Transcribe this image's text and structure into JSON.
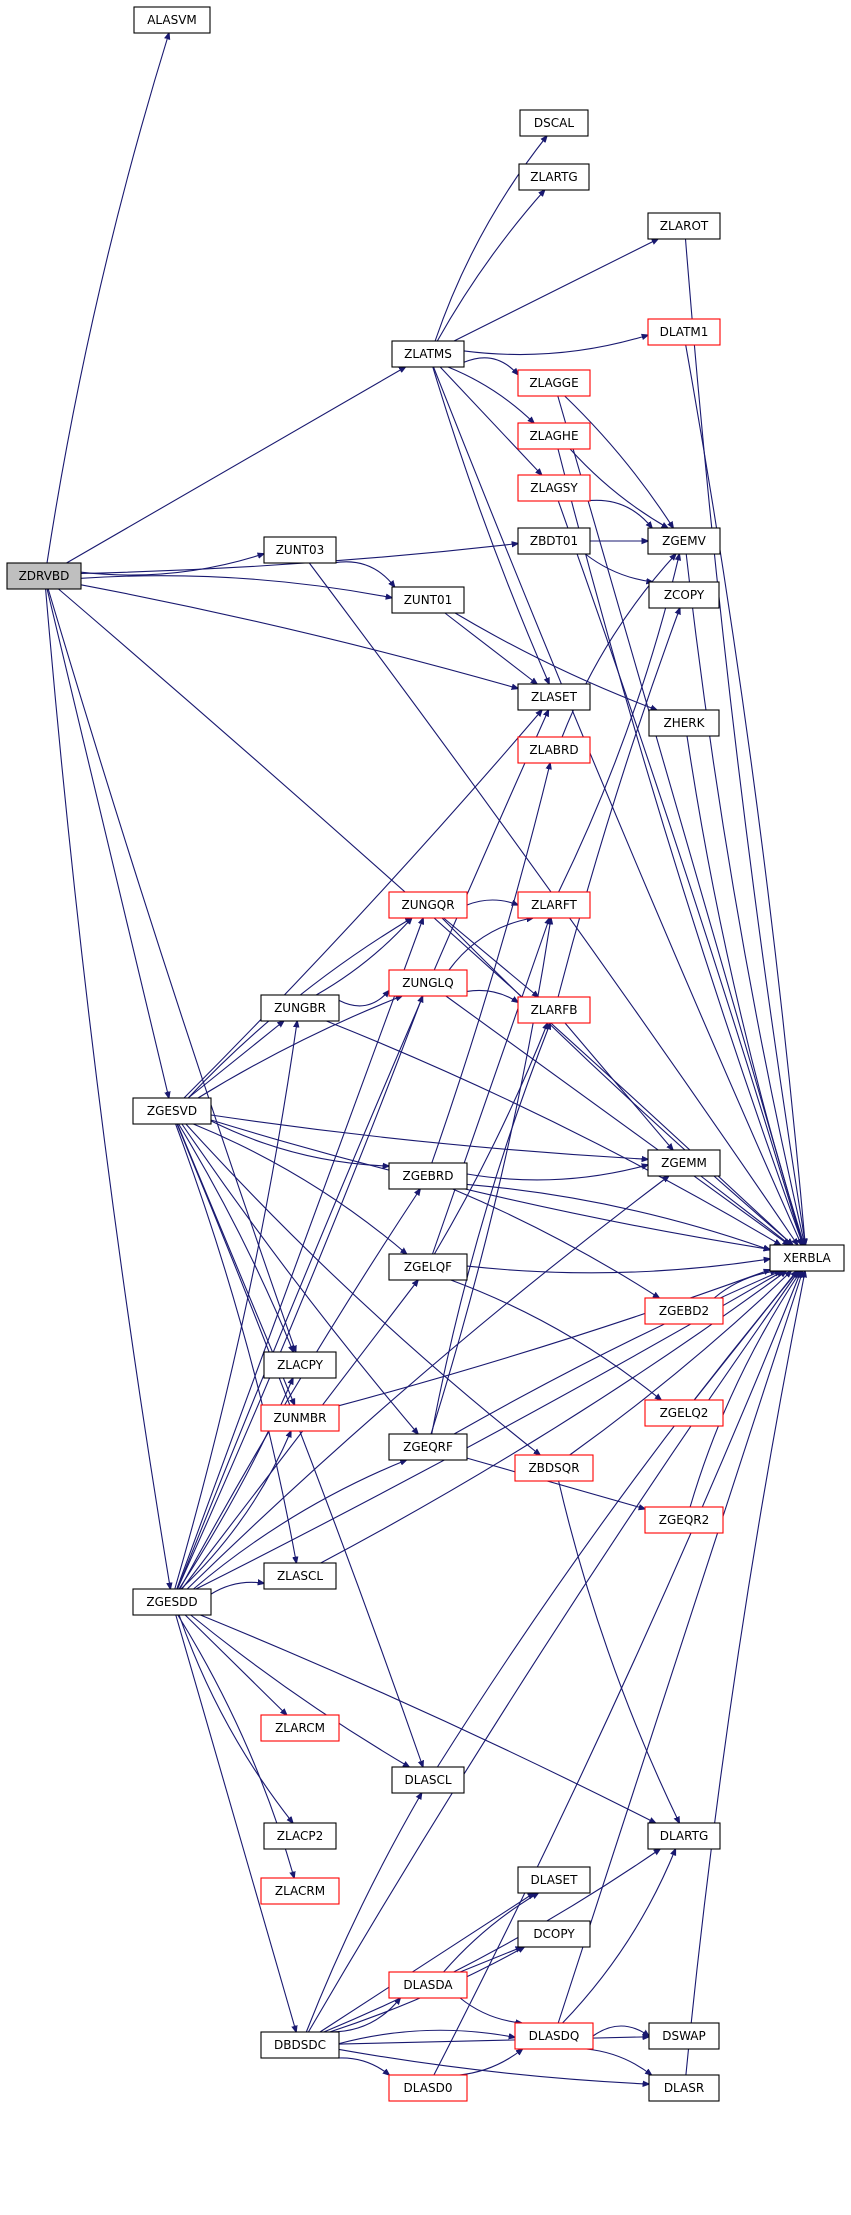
{
  "graph": {
    "root": "ZDRVBD",
    "colors": {
      "edge": "#191970",
      "normal_border": "#000000",
      "missing_border": "#ff0000",
      "root_fill": "#bfbfbf"
    },
    "nodes": [
      {
        "id": "ZDRVBD",
        "label": "ZDRVBD",
        "style": "root"
      },
      {
        "id": "ALASVM",
        "label": "ALASVM",
        "style": "normal"
      },
      {
        "id": "DSCAL",
        "label": "DSCAL",
        "style": "normal"
      },
      {
        "id": "ZLARTG",
        "label": "ZLARTG",
        "style": "normal"
      },
      {
        "id": "ZLAROT",
        "label": "ZLAROT",
        "style": "normal"
      },
      {
        "id": "ZLATMS",
        "label": "ZLATMS",
        "style": "normal"
      },
      {
        "id": "DLATM1",
        "label": "DLATM1",
        "style": "red"
      },
      {
        "id": "ZLAGGE",
        "label": "ZLAGGE",
        "style": "red"
      },
      {
        "id": "ZLAGHE",
        "label": "ZLAGHE",
        "style": "red"
      },
      {
        "id": "ZLAGSY",
        "label": "ZLAGSY",
        "style": "red"
      },
      {
        "id": "ZBDT01",
        "label": "ZBDT01",
        "style": "normal"
      },
      {
        "id": "ZGEMV",
        "label": "ZGEMV",
        "style": "normal"
      },
      {
        "id": "ZUNT03",
        "label": "ZUNT03",
        "style": "normal"
      },
      {
        "id": "ZCOPY",
        "label": "ZCOPY",
        "style": "normal"
      },
      {
        "id": "ZUNT01",
        "label": "ZUNT01",
        "style": "normal"
      },
      {
        "id": "ZLASET",
        "label": "ZLASET",
        "style": "normal"
      },
      {
        "id": "ZHERK",
        "label": "ZHERK",
        "style": "normal"
      },
      {
        "id": "ZLABRD",
        "label": "ZLABRD",
        "style": "red"
      },
      {
        "id": "ZUNGQR",
        "label": "ZUNGQR",
        "style": "red"
      },
      {
        "id": "ZLARFT",
        "label": "ZLARFT",
        "style": "red"
      },
      {
        "id": "ZUNGLQ",
        "label": "ZUNGLQ",
        "style": "red"
      },
      {
        "id": "ZUNGBR",
        "label": "ZUNGBR",
        "style": "normal"
      },
      {
        "id": "ZLARFB",
        "label": "ZLARFB",
        "style": "red"
      },
      {
        "id": "ZGESVD",
        "label": "ZGESVD",
        "style": "normal"
      },
      {
        "id": "ZGEMM",
        "label": "ZGEMM",
        "style": "normal"
      },
      {
        "id": "ZGEBRD",
        "label": "ZGEBRD",
        "style": "normal"
      },
      {
        "id": "XERBLA",
        "label": "XERBLA",
        "style": "normal"
      },
      {
        "id": "ZGELQF",
        "label": "ZGELQF",
        "style": "normal"
      },
      {
        "id": "ZGEBD2",
        "label": "ZGEBD2",
        "style": "red"
      },
      {
        "id": "ZLACPY",
        "label": "ZLACPY",
        "style": "normal"
      },
      {
        "id": "ZUNMBR",
        "label": "ZUNMBR",
        "style": "red"
      },
      {
        "id": "ZGELQ2",
        "label": "ZGELQ2",
        "style": "red"
      },
      {
        "id": "ZGEQRF",
        "label": "ZGEQRF",
        "style": "normal"
      },
      {
        "id": "ZBDSQR",
        "label": "ZBDSQR",
        "style": "red"
      },
      {
        "id": "ZGEQR2",
        "label": "ZGEQR2",
        "style": "red"
      },
      {
        "id": "ZGESDD",
        "label": "ZGESDD",
        "style": "normal"
      },
      {
        "id": "ZLASCL",
        "label": "ZLASCL",
        "style": "normal"
      },
      {
        "id": "ZLARCM",
        "label": "ZLARCM",
        "style": "red"
      },
      {
        "id": "DLASCL",
        "label": "DLASCL",
        "style": "normal"
      },
      {
        "id": "ZLACP2",
        "label": "ZLACP2",
        "style": "normal"
      },
      {
        "id": "DLARTG",
        "label": "DLARTG",
        "style": "normal"
      },
      {
        "id": "ZLACRM",
        "label": "ZLACRM",
        "style": "red"
      },
      {
        "id": "DLASET",
        "label": "DLASET",
        "style": "normal"
      },
      {
        "id": "DCOPY",
        "label": "DCOPY",
        "style": "normal"
      },
      {
        "id": "DLASDA",
        "label": "DLASDA",
        "style": "red"
      },
      {
        "id": "DBDSDC",
        "label": "DBDSDC",
        "style": "normal"
      },
      {
        "id": "DLASDQ",
        "label": "DLASDQ",
        "style": "red"
      },
      {
        "id": "DSWAP",
        "label": "DSWAP",
        "style": "normal"
      },
      {
        "id": "DLASD0",
        "label": "DLASD0",
        "style": "red"
      },
      {
        "id": "DLASR",
        "label": "DLASR",
        "style": "normal"
      }
    ],
    "edges": [
      [
        "ZDRVBD",
        "ALASVM"
      ],
      [
        "ZDRVBD",
        "XERBLA"
      ],
      [
        "ZDRVBD",
        "ZLATMS"
      ],
      [
        "ZDRVBD",
        "ZBDT01"
      ],
      [
        "ZDRVBD",
        "ZUNT03"
      ],
      [
        "ZDRVBD",
        "ZUNT01"
      ],
      [
        "ZDRVBD",
        "ZLASET"
      ],
      [
        "ZDRVBD",
        "ZGESVD"
      ],
      [
        "ZDRVBD",
        "ZLACPY"
      ],
      [
        "ZDRVBD",
        "ZGESDD"
      ],
      [
        "ZLATMS",
        "DSCAL"
      ],
      [
        "ZLATMS",
        "ZLARTG"
      ],
      [
        "ZLATMS",
        "ZLAROT"
      ],
      [
        "ZLATMS",
        "XERBLA"
      ],
      [
        "ZLATMS",
        "DLATM1"
      ],
      [
        "ZLATMS",
        "ZLAGGE"
      ],
      [
        "ZLATMS",
        "ZLAGHE"
      ],
      [
        "ZLATMS",
        "ZLAGSY"
      ],
      [
        "ZLATMS",
        "ZLASET"
      ],
      [
        "ZLAROT",
        "XERBLA"
      ],
      [
        "DLATM1",
        "XERBLA"
      ],
      [
        "ZLAGGE",
        "ZGEMV"
      ],
      [
        "ZLAGGE",
        "XERBLA"
      ],
      [
        "ZLAGHE",
        "ZGEMV"
      ],
      [
        "ZLAGHE",
        "XERBLA"
      ],
      [
        "ZLAGSY",
        "ZGEMV"
      ],
      [
        "ZLAGSY",
        "XERBLA"
      ],
      [
        "ZBDT01",
        "ZGEMV"
      ],
      [
        "ZBDT01",
        "ZCOPY"
      ],
      [
        "ZGEMV",
        "XERBLA"
      ],
      [
        "ZUNT03",
        "ZUNT01"
      ],
      [
        "ZUNT03",
        "XERBLA"
      ],
      [
        "ZUNT01",
        "ZLASET"
      ],
      [
        "ZUNT01",
        "ZHERK"
      ],
      [
        "ZHERK",
        "XERBLA"
      ],
      [
        "ZLABRD",
        "ZGEMV"
      ],
      [
        "ZUNGQR",
        "ZLARFT"
      ],
      [
        "ZUNGQR",
        "ZLARFB"
      ],
      [
        "ZUNGQR",
        "XERBLA"
      ],
      [
        "ZLARFT",
        "ZGEMV"
      ],
      [
        "ZUNGLQ",
        "ZLARFT"
      ],
      [
        "ZUNGLQ",
        "ZLARFB"
      ],
      [
        "ZUNGLQ",
        "XERBLA"
      ],
      [
        "ZUNGBR",
        "ZUNGQR"
      ],
      [
        "ZUNGBR",
        "ZUNGLQ"
      ],
      [
        "ZUNGBR",
        "XERBLA"
      ],
      [
        "ZLARFB",
        "ZCOPY"
      ],
      [
        "ZLARFB",
        "ZGEMM"
      ],
      [
        "ZGESVD",
        "ZLASET"
      ],
      [
        "ZGESVD",
        "XERBLA"
      ],
      [
        "ZGESVD",
        "ZUNGQR"
      ],
      [
        "ZGESVD",
        "ZUNGLQ"
      ],
      [
        "ZGESVD",
        "ZUNGBR"
      ],
      [
        "ZGESVD",
        "ZGEMM"
      ],
      [
        "ZGESVD",
        "ZGEBRD"
      ],
      [
        "ZGESVD",
        "ZGELQF"
      ],
      [
        "ZGESVD",
        "ZLACPY"
      ],
      [
        "ZGESVD",
        "ZUNMBR"
      ],
      [
        "ZGESVD",
        "ZGEQRF"
      ],
      [
        "ZGESVD",
        "ZBDSQR"
      ],
      [
        "ZGESVD",
        "ZLASCL"
      ],
      [
        "ZGESVD",
        "DLASCL"
      ],
      [
        "ZGEMM",
        "XERBLA"
      ],
      [
        "ZGEBRD",
        "ZLABRD"
      ],
      [
        "ZGEBRD",
        "ZGEMM"
      ],
      [
        "ZGEBRD",
        "XERBLA"
      ],
      [
        "ZGEBRD",
        "ZGEBD2"
      ],
      [
        "ZGELQF",
        "ZLARFT"
      ],
      [
        "ZGELQF",
        "ZLARFB"
      ],
      [
        "ZGELQF",
        "XERBLA"
      ],
      [
        "ZGELQF",
        "ZGELQ2"
      ],
      [
        "ZGEBD2",
        "XERBLA"
      ],
      [
        "ZGELQ2",
        "XERBLA"
      ],
      [
        "ZUNMBR",
        "XERBLA"
      ],
      [
        "ZGEQRF",
        "ZLARFT"
      ],
      [
        "ZGEQRF",
        "ZLARFB"
      ],
      [
        "ZGEQRF",
        "XERBLA"
      ],
      [
        "ZGEQRF",
        "ZGEQR2"
      ],
      [
        "ZBDSQR",
        "XERBLA"
      ],
      [
        "ZBDSQR",
        "DLARTG"
      ],
      [
        "ZGEQR2",
        "XERBLA"
      ],
      [
        "ZGESDD",
        "ZLASET"
      ],
      [
        "ZGESDD",
        "ZUNGQR"
      ],
      [
        "ZGESDD",
        "ZUNGLQ"
      ],
      [
        "ZGESDD",
        "ZUNGBR"
      ],
      [
        "ZGESDD",
        "ZGEMM"
      ],
      [
        "ZGESDD",
        "ZGEBRD"
      ],
      [
        "ZGESDD",
        "ZGELQF"
      ],
      [
        "ZGESDD",
        "ZLACPY"
      ],
      [
        "ZGESDD",
        "ZUNMBR"
      ],
      [
        "ZGESDD",
        "ZGEQRF"
      ],
      [
        "ZGESDD",
        "ZLASCL"
      ],
      [
        "ZGESDD",
        "ZLARCM"
      ],
      [
        "ZGESDD",
        "DLASCL"
      ],
      [
        "ZGESDD",
        "ZLACP2"
      ],
      [
        "ZGESDD",
        "ZLACRM"
      ],
      [
        "ZGESDD",
        "DLARTG"
      ],
      [
        "ZGESDD",
        "DBDSDC"
      ],
      [
        "ZGESDD",
        "XERBLA"
      ],
      [
        "ZLASCL",
        "XERBLA"
      ],
      [
        "DLASCL",
        "XERBLA"
      ],
      [
        "DBDSDC",
        "DLASCL"
      ],
      [
        "DBDSDC",
        "DLASET"
      ],
      [
        "DBDSDC",
        "DCOPY"
      ],
      [
        "DBDSDC",
        "DLASDA"
      ],
      [
        "DBDSDC",
        "DLASDQ"
      ],
      [
        "DBDSDC",
        "DLASD0"
      ],
      [
        "DBDSDC",
        "DSWAP"
      ],
      [
        "DBDSDC",
        "DLASR"
      ],
      [
        "DBDSDC",
        "DLARTG"
      ],
      [
        "DBDSDC",
        "XERBLA"
      ],
      [
        "DLASDA",
        "DLASET"
      ],
      [
        "DLASDA",
        "DCOPY"
      ],
      [
        "DLASDA",
        "DLASDQ"
      ],
      [
        "DLASDQ",
        "DLARTG"
      ],
      [
        "DLASDQ",
        "DSWAP"
      ],
      [
        "DLASDQ",
        "DLASR"
      ],
      [
        "DLASDQ",
        "XERBLA"
      ],
      [
        "DLASD0",
        "DLASDQ"
      ],
      [
        "DLASD0",
        "XERBLA"
      ],
      [
        "DLASR",
        "XERBLA"
      ]
    ]
  }
}
